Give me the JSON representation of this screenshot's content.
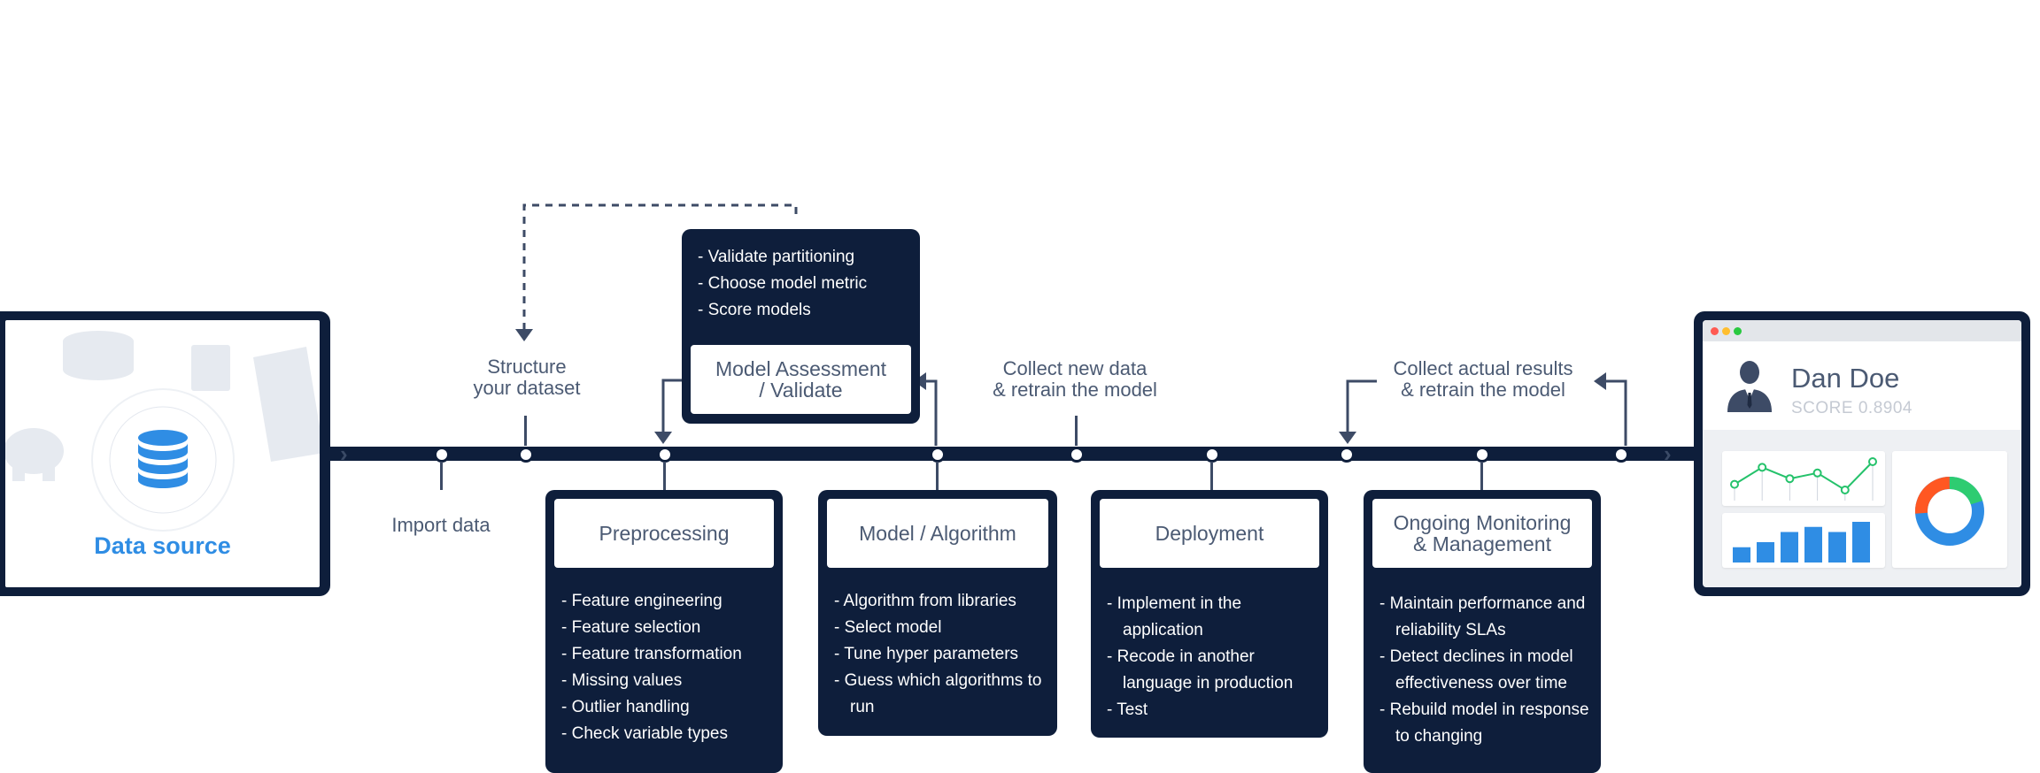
{
  "data_source": {
    "label": "Data source",
    "icon": "database-icon",
    "accent": "#2f8de4"
  },
  "labels": {
    "import": "Import data",
    "structure": "Structure\nyour dataset",
    "collect_new": "Collect new data\n& retrain the model",
    "collect_actual": "Collect actual results\n& retrain the model"
  },
  "stages": {
    "assessment": {
      "title": "Model Assessment\n/ Validate",
      "items": [
        "- Validate partitioning",
        "- Choose model metric",
        "- Score models"
      ]
    },
    "preprocessing": {
      "title": "Preprocessing",
      "items": [
        "- Feature engineering",
        "- Feature selection",
        "- Feature transformation",
        "- Missing values",
        "- Outlier handling",
        "- Check variable types"
      ]
    },
    "model": {
      "title": "Model / Algorithm",
      "items": [
        "- Algorithm from libraries",
        "- Select model",
        "- Tune hyper parameters",
        "- Guess which algorithms to run"
      ]
    },
    "deployment": {
      "title": "Deployment",
      "items": [
        "- Implement in the application",
        "- Recode in another language in production",
        "- Test"
      ]
    },
    "monitoring": {
      "title": "Ongoing Monitoring\n& Management",
      "items": [
        "- Maintain performance and reliability SLAs",
        "- Detect declines in model effectiveness over time",
        "- Rebuild model in response to changing"
      ]
    }
  },
  "dashboard": {
    "name": "Dan Doe",
    "score": "SCORE 0.8904",
    "line_values": [
      2,
      5,
      3,
      4,
      1,
      6
    ],
    "bar_values": [
      3,
      4,
      6,
      7,
      6,
      8
    ],
    "donut_colors": [
      "#ff5722",
      "#2ecc71",
      "#2f8de4"
    ],
    "line_color": "#25c26b",
    "bar_color": "#2f8de4"
  },
  "colors": {
    "navy": "#0e1e3b",
    "text": "#4b5a73"
  }
}
